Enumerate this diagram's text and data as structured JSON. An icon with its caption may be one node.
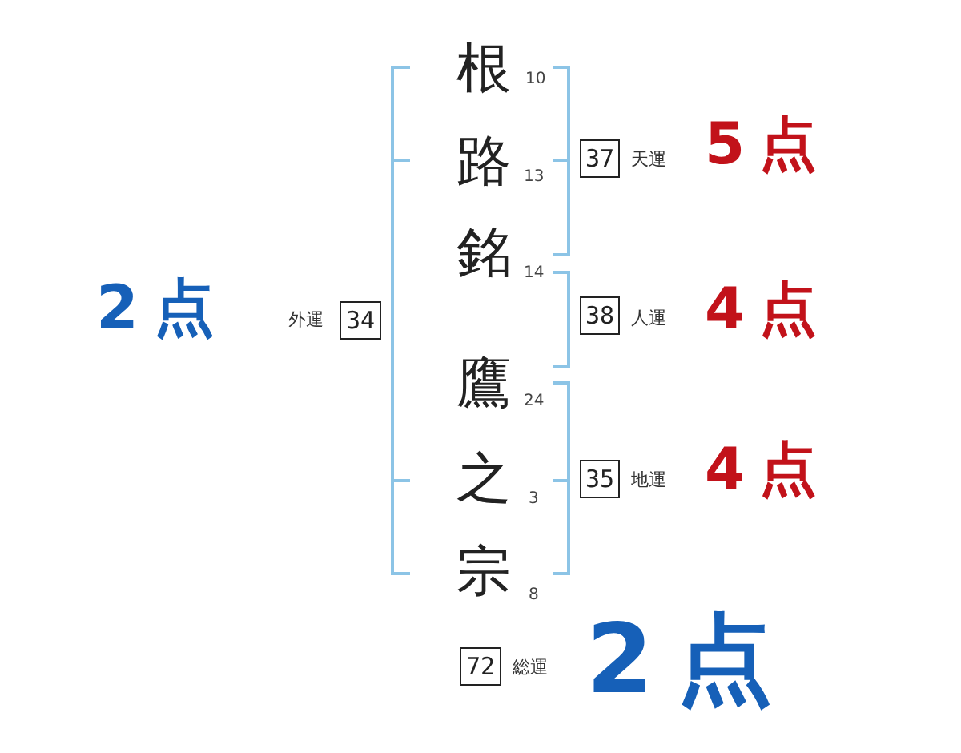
{
  "diagram": {
    "nodes": [
      {
        "text": [
          "37"
        ],
        "beside": [
          "天運",
          "5点"
        ]
      },
      {
        "text": [
          "34"
        ],
        "beside": [
          "2点",
          "外運"
        ]
      },
      {
        "text": [
          "38"
        ],
        "beside": [
          "人運",
          "4点"
        ]
      },
      {
        "text": [
          "35"
        ],
        "beside": [
          "地運",
          "4点"
        ]
      },
      {
        "text": [
          "72"
        ],
        "beside": [
          "総運",
          "2点"
        ]
      }
    ],
    "labels": [
      "根",
      "10",
      "路",
      "13",
      "銘",
      "14",
      "鷹",
      "24",
      "之",
      "3",
      "宗",
      "8"
    ]
  }
}
